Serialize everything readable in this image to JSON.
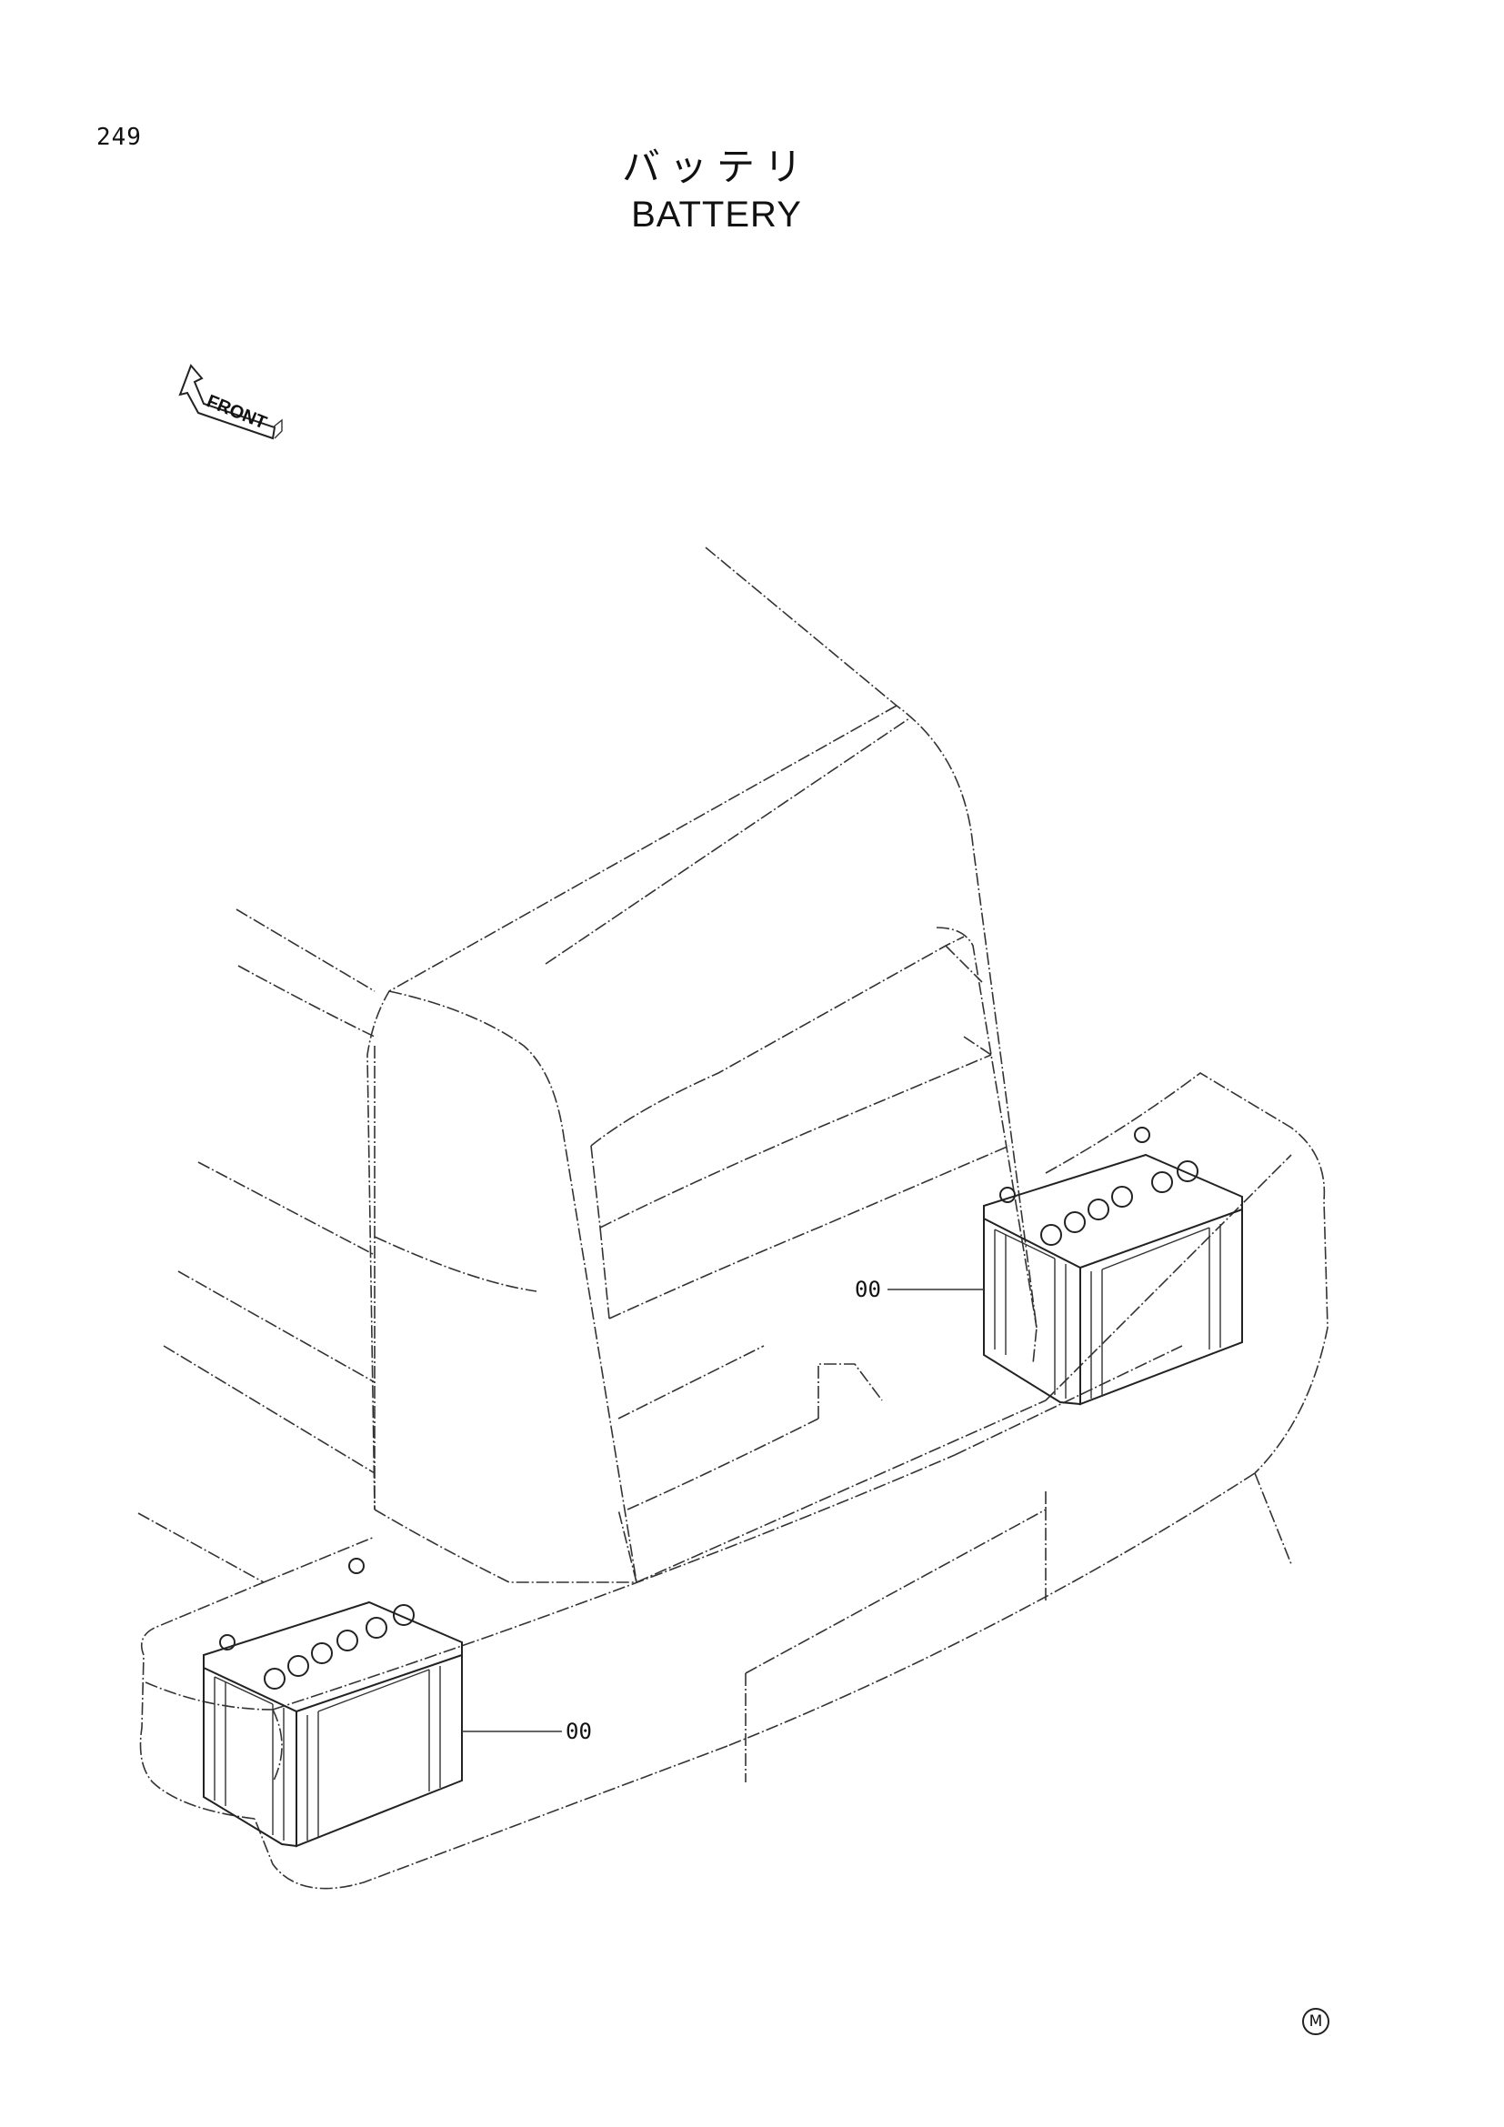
{
  "page_number": "249",
  "title_jp": "バッテリ",
  "title_en": "BATTERY",
  "front_label": "FRONT",
  "callouts": [
    {
      "label": "00"
    },
    {
      "label": "00"
    }
  ],
  "mark_symbol": "M"
}
